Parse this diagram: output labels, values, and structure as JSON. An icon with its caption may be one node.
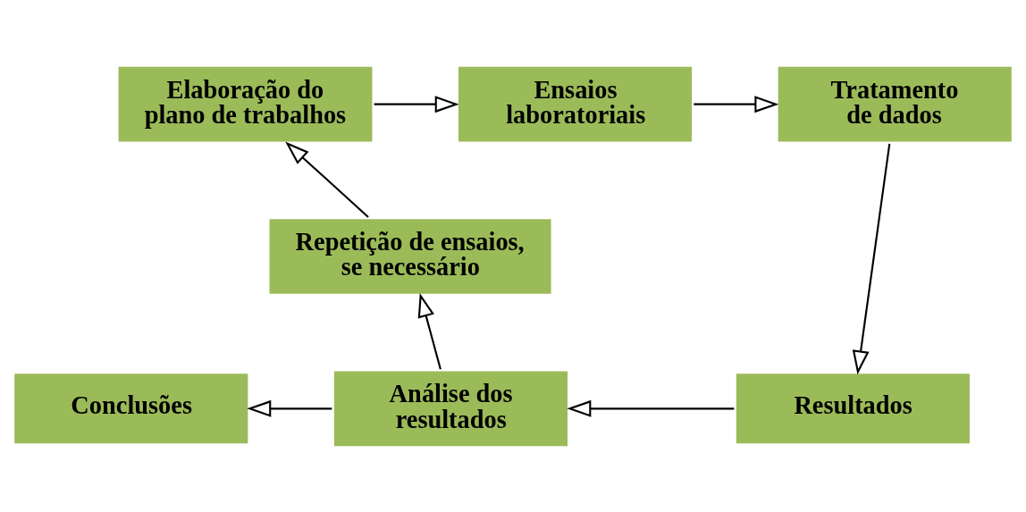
{
  "diagram": {
    "nodes": [
      {
        "text": [
          "Elaboração do plano de trabalhos"
        ]
      },
      {
        "text": [
          "Ensaios laboratoriais"
        ]
      },
      {
        "text": [
          "Tratamento de dados"
        ]
      },
      {
        "text": [
          "Repetição de ensaios, se necessário"
        ]
      },
      {
        "text": [
          "Conclusões"
        ]
      },
      {
        "text": [
          "Análise dos resultados"
        ]
      },
      {
        "text": [
          "Resultados"
        ]
      }
    ],
    "edges": [
      {
        "from": 0,
        "to": 1,
        "arrow": "to"
      },
      {
        "from": 1,
        "to": 2,
        "arrow": "to"
      },
      {
        "from": 2,
        "to": 6,
        "arrow": "to"
      },
      {
        "from": 6,
        "to": 5,
        "arrow": "to"
      },
      {
        "from": 5,
        "to": 4,
        "arrow": "to"
      },
      {
        "from": 5,
        "to": 3,
        "arrow": "to"
      },
      {
        "from": 3,
        "to": 0,
        "arrow": "to"
      }
    ]
  }
}
